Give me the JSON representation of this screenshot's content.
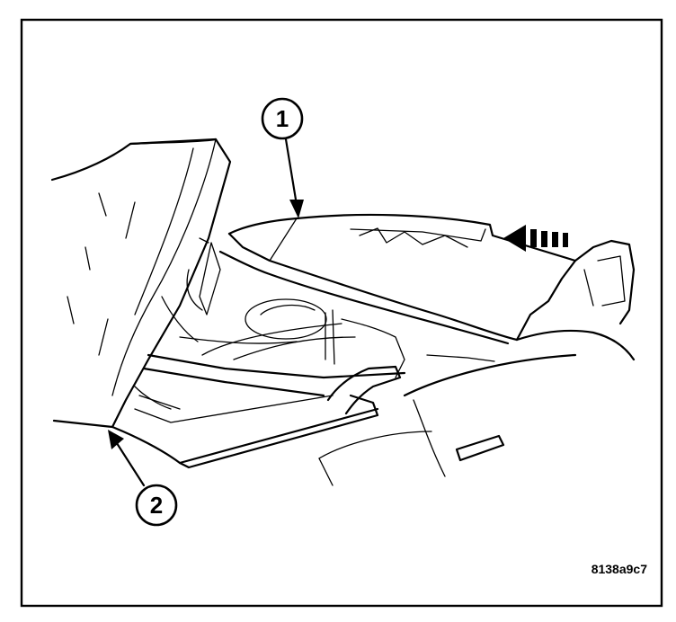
{
  "callouts": [
    {
      "id": "1",
      "label": "1"
    },
    {
      "id": "2",
      "label": "2"
    }
  ],
  "reference_code": "8138a9c7"
}
